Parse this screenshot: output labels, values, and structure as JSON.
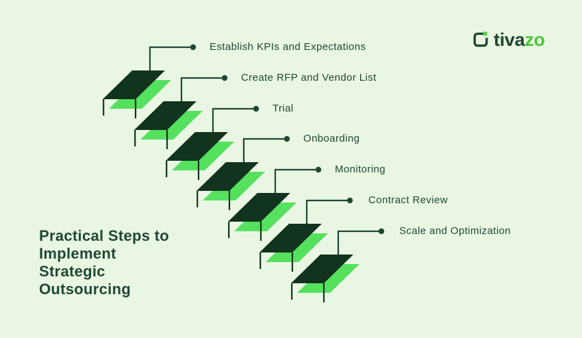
{
  "title": "Practical Steps to\nImplement\nStrategic\nOutsourcing",
  "logo": {
    "text_dark": "tiva",
    "text_green": "zo",
    "icon": "bracket-square-icon"
  },
  "steps": [
    {
      "label": "Establish KPIs and Expectations"
    },
    {
      "label": "Create RFP and Vendor List"
    },
    {
      "label": "Trial"
    },
    {
      "label": "Onboarding"
    },
    {
      "label": "Monitoring"
    },
    {
      "label": "Contract Review"
    },
    {
      "label": "Scale and Optimization"
    }
  ],
  "colors": {
    "background": "#e9f6e3",
    "step_dark": "#12331e",
    "step_shadow_green": "#55e05e",
    "connector_line": "#1e4835",
    "text": "#1e4835",
    "logo_dark": "#1e4631",
    "logo_green": "#4cc538"
  }
}
